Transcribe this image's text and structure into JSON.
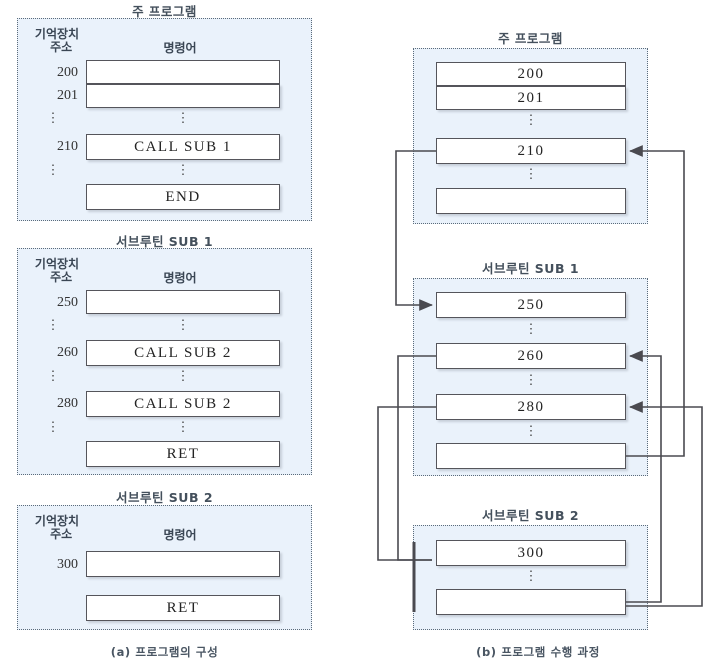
{
  "figure": {
    "left_caption": "(a) 프로그램의 구성",
    "right_caption": "(b) 프로그램 수행 과정"
  },
  "labels": {
    "memory_address": "기억장치\n  주소",
    "instruction": "명령어",
    "dots": "⋮"
  },
  "left_column": {
    "panels": [
      {
        "title": "주 프로그램",
        "header_address": "기억장치\n  주소",
        "header_instruction": "명령어",
        "rows": [
          {
            "address": "200",
            "instruction": ""
          },
          {
            "address": "201",
            "instruction": ""
          },
          {
            "address": "⋮",
            "instruction": "⋮"
          },
          {
            "address": "210",
            "instruction": "CALL SUB 1"
          },
          {
            "address": "⋮",
            "instruction": "⋮"
          },
          {
            "address": "",
            "instruction": "END"
          }
        ]
      },
      {
        "title": "서브루틴 SUB 1",
        "header_address": "기억장치\n  주소",
        "header_instruction": "명령어",
        "rows": [
          {
            "address": "250",
            "instruction": ""
          },
          {
            "address": "⋮",
            "instruction": "⋮"
          },
          {
            "address": "260",
            "instruction": "CALL SUB 2"
          },
          {
            "address": "⋮",
            "instruction": "⋮"
          },
          {
            "address": "280",
            "instruction": "CALL SUB 2"
          },
          {
            "address": "⋮",
            "instruction": "⋮"
          },
          {
            "address": "",
            "instruction": "RET"
          }
        ]
      },
      {
        "title": "서브루틴 SUB 2",
        "header_address": "기억장치\n  주소",
        "header_instruction": "명령어",
        "rows": [
          {
            "address": "300",
            "instruction": ""
          },
          {
            "address": "",
            "instruction": "RET"
          }
        ]
      }
    ]
  },
  "right_column": {
    "panels": [
      {
        "title": "주 프로그램",
        "rows": [
          "200",
          "201",
          "⋮",
          "210",
          "⋮",
          ""
        ]
      },
      {
        "title": "서브루틴 SUB 1",
        "rows": [
          "250",
          "⋮",
          "260",
          "⋮",
          "280",
          "⋮",
          ""
        ]
      },
      {
        "title": "서브루틴 SUB 2",
        "rows": [
          "300",
          "⋮",
          ""
        ]
      }
    ]
  },
  "colors": {
    "panel_fill": "#eaf2fb",
    "panel_border": "#5b6b7a",
    "cell_border": "#55555b",
    "wire": "#4a4a50",
    "text": "#2b2b2b"
  }
}
